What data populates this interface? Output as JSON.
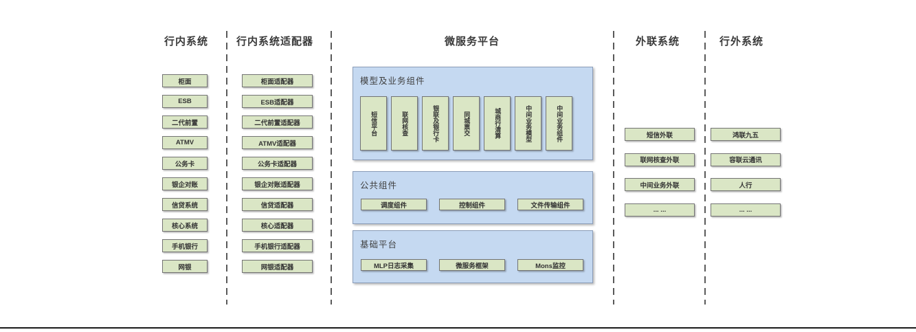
{
  "diagram": {
    "columns": [
      {
        "title": "行内系统",
        "items": [
          "柜面",
          "ESB",
          "二代前置",
          "ATMV",
          "公务卡",
          "银企对账",
          "信贷系统",
          "核心系统",
          "手机银行",
          "网银"
        ]
      },
      {
        "title": "行内系统适配器",
        "items": [
          "柜面适配器",
          "ESB适配器",
          "二代前置适配器",
          "ATMV适配器",
          "公务卡适配器",
          "银企对账适配器",
          "信贷适配器",
          "核心适配器",
          "手机银行适配器",
          "网银适配器"
        ]
      },
      {
        "title": "微服务平台",
        "panels": [
          {
            "title": "模型及业务组件",
            "items": [
              "短信平台",
              "联网核查",
              "银联及银行卡",
              "同城票交",
              "城商行清算",
              "中间业务模型",
              "中间业务组件"
            ]
          },
          {
            "title": "公共组件",
            "items": [
              "调度组件",
              "控制组件",
              "文件传输组件"
            ]
          },
          {
            "title": "基础平台",
            "items": [
              "MLP日志采集",
              "微服务框架",
              "Mons监控"
            ]
          }
        ]
      },
      {
        "title": "外联系统",
        "items": [
          "短信外联",
          "联网核查外联",
          "中间业务外联",
          "... ..."
        ]
      },
      {
        "title": "行外系统",
        "items": [
          "鸿联九五",
          "容联云通讯",
          "人行",
          "... ..."
        ]
      }
    ],
    "colors": {
      "box_fill": "#dae6c5",
      "box_border": "#737373",
      "panel_fill": "#c5d9f1",
      "panel_border": "#8a9cb8",
      "title_text": "#3a3a3a",
      "box_text": "#333333",
      "separator": "#595959",
      "bottom_rule": "#1a1a1a"
    }
  }
}
